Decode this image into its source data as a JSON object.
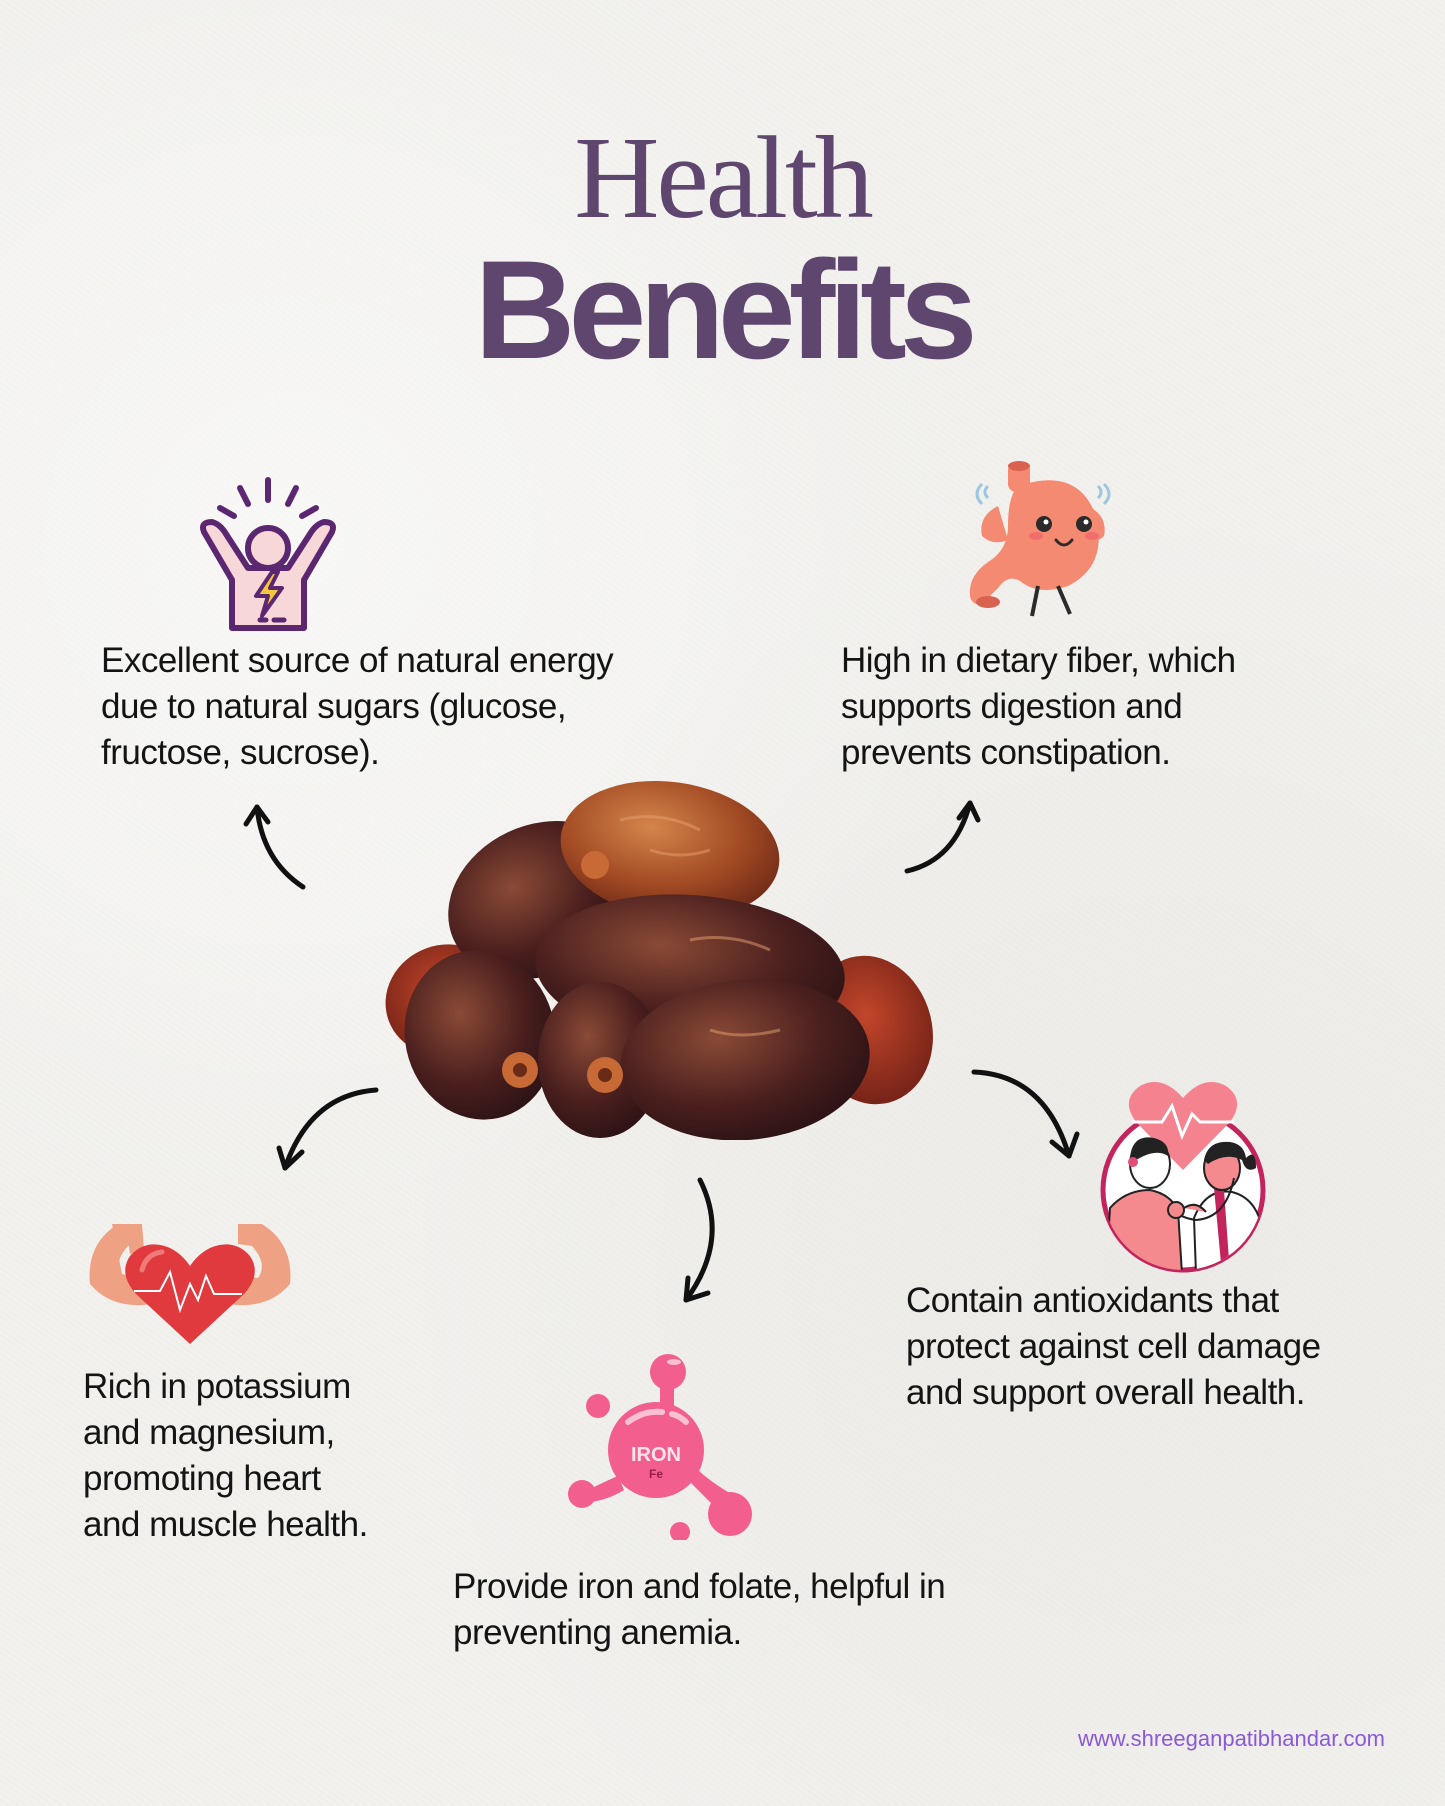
{
  "header": {
    "title_line1": "Health",
    "title_line2": "Benefits"
  },
  "colors": {
    "title": "#5f466f",
    "text": "#141414",
    "footer_link": "#8a5ad6",
    "background": "#f2f1ee"
  },
  "center_image": {
    "icon": "dates-fruit-pile-image"
  },
  "benefits": [
    {
      "icon": "energy-person-icon",
      "text": "Excellent source of natural energy\ndue to natural sugars (glucose,\nfructose, sucrose)."
    },
    {
      "icon": "happy-stomach-icon",
      "text": "High in dietary fiber, which\nsupports digestion and\nprevents constipation."
    },
    {
      "icon": "strong-heart-icon",
      "text": "Rich in potassium\nand magnesium,\npromoting heart\nand muscle health."
    },
    {
      "icon": "iron-molecule-icon",
      "icon_label": "IRON",
      "icon_sublabel": "Fe",
      "text": "Provide iron and folate, helpful in\npreventing anemia."
    },
    {
      "icon": "doctor-checkup-icon",
      "text": "Contain antioxidants that\nprotect against cell damage\nand support overall health."
    }
  ],
  "footer": {
    "url": "www.shreeganpatibhandar.com"
  }
}
